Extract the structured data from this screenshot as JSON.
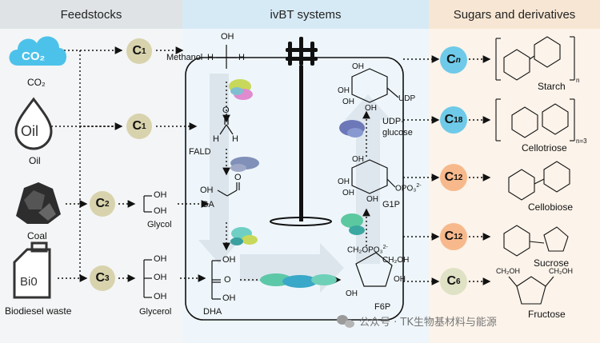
{
  "headers": {
    "left": "Feedstocks",
    "middle": "ivBT systems",
    "right": "Sugars and derivatives"
  },
  "feedstocks": [
    {
      "icon": "co2-cloud-icon",
      "icon_text": "CO₂",
      "label": "CO₂",
      "carbon": "C",
      "carbon_sub": "1"
    },
    {
      "icon": "oil-drop-icon",
      "icon_text": "Oil",
      "label": "Oil",
      "carbon": "C",
      "carbon_sub": "1"
    },
    {
      "icon": "coal-icon",
      "label": "Coal",
      "carbon": "C",
      "carbon_sub": "2"
    },
    {
      "icon": "biodiesel-canister-icon",
      "icon_text": "Bi0",
      "label": "Biodiesel waste",
      "carbon": "C",
      "carbon_sub": "3"
    }
  ],
  "intermediates": {
    "methanol": "Methanol",
    "fald": "FALD",
    "ga": "GA",
    "dha": "DHA",
    "glycol": "Glycol",
    "glycerol": "Glycerol",
    "f6p": "F6P",
    "g1p": "G1P",
    "udp_glucose_line1": "UDP-",
    "udp_glucose_line2": "glucose",
    "udp": "UDP",
    "oh": "OH",
    "o": "O",
    "h": "H",
    "ch2opo3": "CH₂OPO₃",
    "opo3": "OPO₃",
    "charge": "2-",
    "ch2oh": "CH₂OH",
    "n3": "n=3",
    "n": "n"
  },
  "products": [
    {
      "carbon": "C",
      "carbon_sub": "n",
      "label": "Starch",
      "color": "#6ecae8"
    },
    {
      "carbon": "C",
      "carbon_sub": "18",
      "label": "Cellotriose",
      "color": "#6ecae8"
    },
    {
      "carbon": "C",
      "carbon_sub": "12",
      "label": "Cellobiose",
      "color": "#f7b98c"
    },
    {
      "carbon": "C",
      "carbon_sub": "12",
      "label": "Sucrose",
      "color": "#f7b98c"
    },
    {
      "carbon": "C",
      "carbon_sub": "6",
      "label": "Fructose",
      "color": "#dfe2c4"
    }
  ],
  "watermark": "公众号 · TK生物基材料与能源"
}
